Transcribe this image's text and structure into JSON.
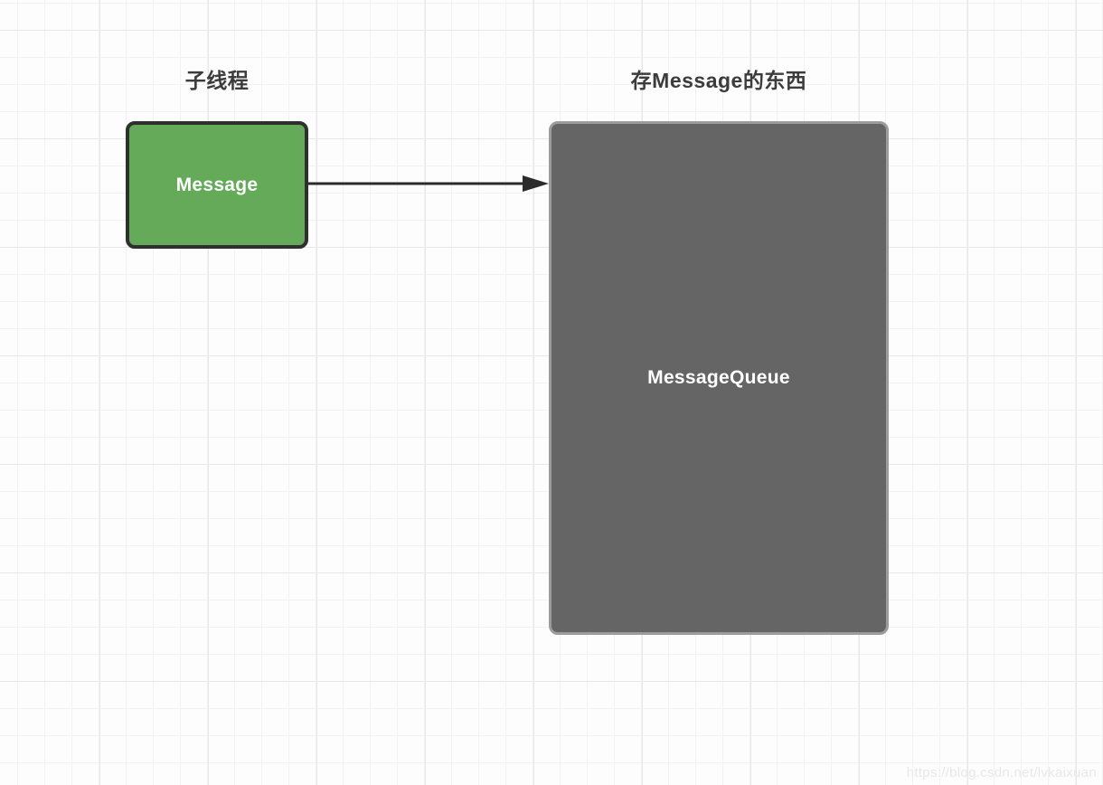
{
  "diagram": {
    "left": {
      "title": "子线程",
      "node_label": "Message"
    },
    "right": {
      "title": "存Message的东西",
      "node_label": "MessageQueue"
    },
    "connector": {
      "type": "arrow-right"
    }
  },
  "watermark": {
    "text": "https://blog.csdn.net/lvkaixuan"
  },
  "colors": {
    "background": "#fdfdfd",
    "grid_minor": "#f2f2f2",
    "grid_major": "#e7e7e7",
    "message_fill": "#64aa58",
    "message_border": "#2f2f2f",
    "queue_fill": "#656565",
    "queue_border": "#9c9c9c",
    "arrow": "#2b2b2b",
    "title_text": "#3c3c3c",
    "node_text": "#ffffff",
    "watermark_text": "#e8e8e8"
  }
}
